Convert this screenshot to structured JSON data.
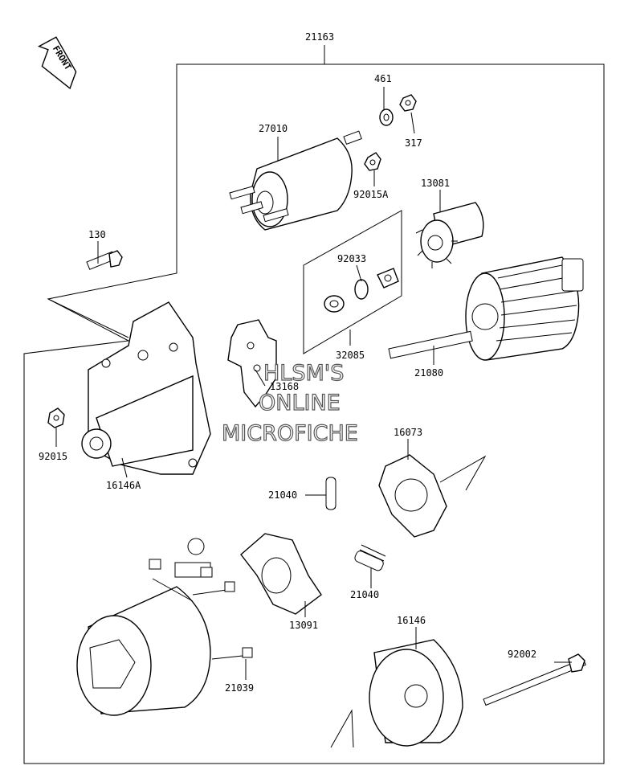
{
  "front_marker": "FRONT",
  "watermark": [
    "HLSM'S",
    "ONLINE",
    "MICROFICHE"
  ],
  "parts": {
    "p21163": "21163",
    "p461": "461",
    "p317": "317",
    "p27010": "27010",
    "p92015A": "92015A",
    "p13081": "13081",
    "p130": "130",
    "p92033": "92033",
    "p32085": "32085",
    "p21080": "21080",
    "p13168": "13168",
    "p92015": "92015",
    "p16146A": "16146A",
    "p16073": "16073",
    "p21040a": "21040",
    "p21040b": "21040",
    "p13091": "13091",
    "p16146": "16146",
    "p92002": "92002",
    "p21039": "21039"
  }
}
